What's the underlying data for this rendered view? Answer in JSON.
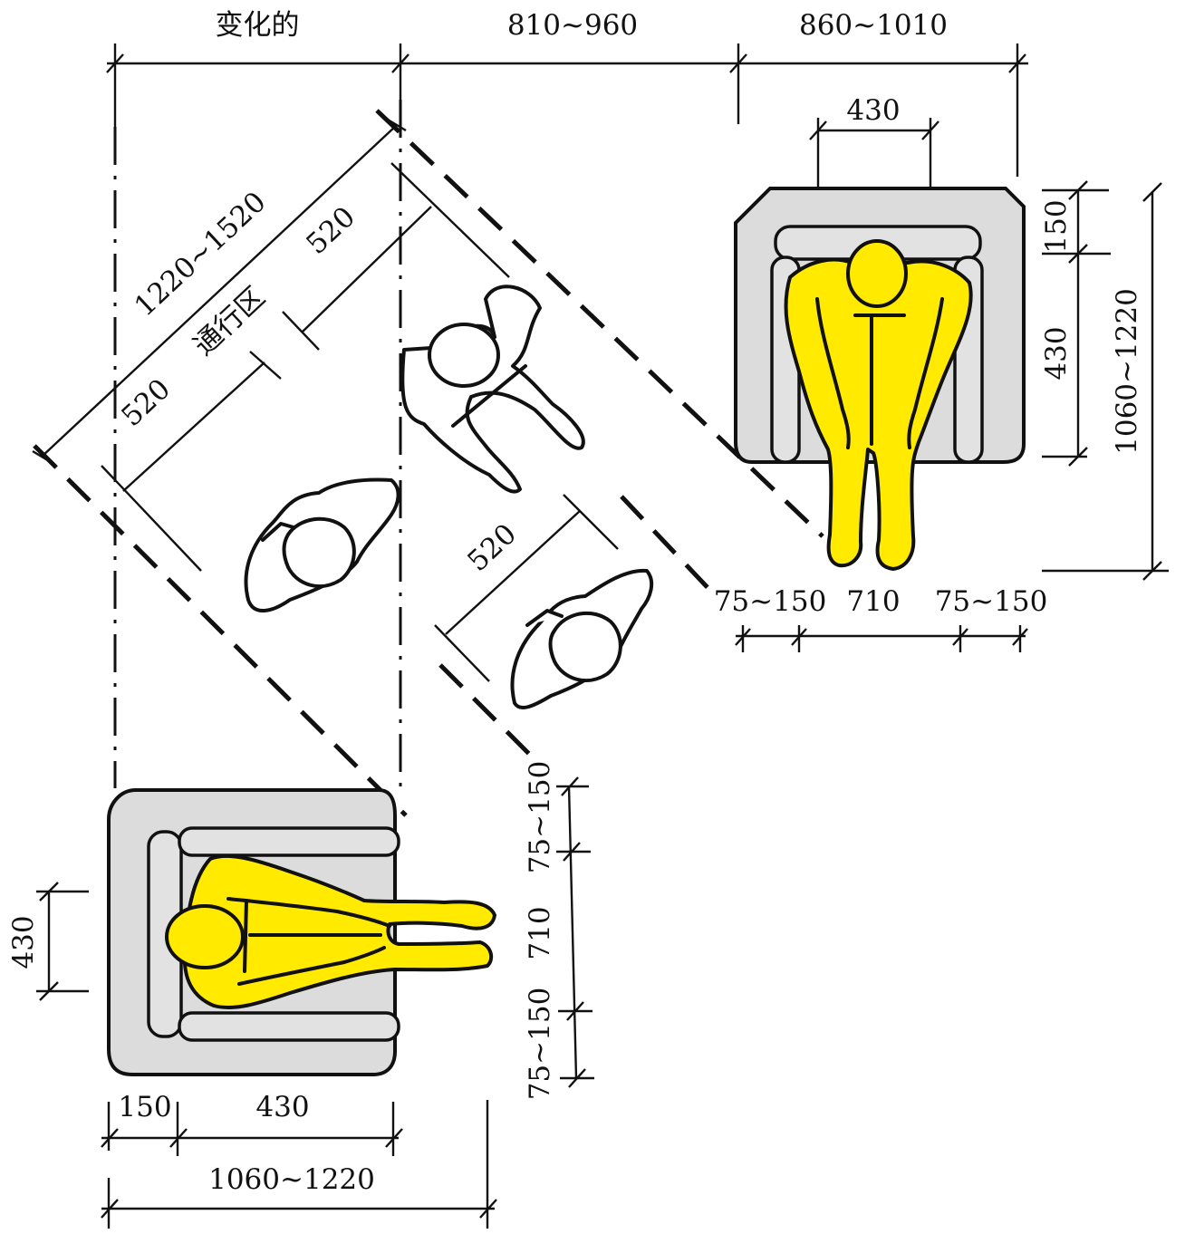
{
  "labels": {
    "top_variable": "变化的",
    "top_middle": "810~960",
    "top_right": "860~1010",
    "right_chair_seat": "430",
    "right_back": "150",
    "right_depth": "430",
    "right_total": "1060~1220",
    "right_margin_left": "75~150",
    "right_body": "710",
    "right_margin_right": "75~150",
    "diag_total": "1220~1520",
    "diag_upper": "520",
    "diag_zone": "通行区",
    "diag_lower": "520",
    "diag_middle": "520",
    "left_seat": "430",
    "bottom_margin_top": "75~150",
    "bottom_body": "710",
    "bottom_margin_bottom": "75~150",
    "bottom_back": "150",
    "bottom_depth": "430",
    "bottom_total": "1060~1220"
  },
  "colors": {
    "figure_fill": "#ffea00",
    "chair_fill": "#dcdcdc",
    "line": "#111111"
  }
}
